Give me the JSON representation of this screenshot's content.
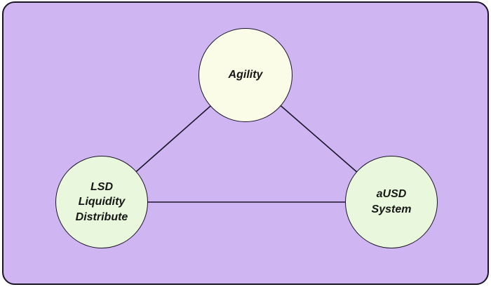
{
  "diagram": {
    "title": "Agility protocol triangle diagram",
    "colors": {
      "page_background": "#ffffff",
      "canvas_background": "#cfb6f3",
      "stroke": "#1a1426",
      "text": "#171717",
      "node_fill_agility": "#fafce8",
      "node_fill_lsd": "#e9f8dd",
      "node_fill_ausd": "#e9f8dd"
    },
    "nodes": [
      {
        "id": "agility",
        "label": "Agility",
        "fill": "#fafce8"
      },
      {
        "id": "lsd-liquidity-distribute",
        "label": "LSD Liquidity Distribute",
        "fill": "#e9f8dd"
      },
      {
        "id": "ausd-system",
        "label": "aUSD System",
        "fill": "#e9f8dd"
      }
    ],
    "edges": [
      {
        "from": "agility",
        "to": "lsd-liquidity-distribute"
      },
      {
        "from": "agility",
        "to": "ausd-system"
      },
      {
        "from": "lsd-liquidity-distribute",
        "to": "ausd-system"
      }
    ]
  }
}
